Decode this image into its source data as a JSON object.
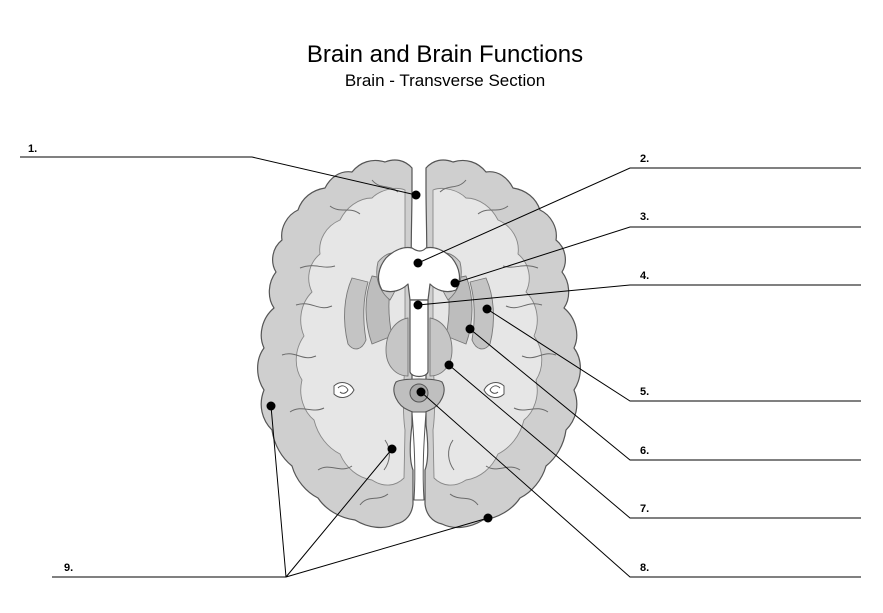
{
  "title": "Brain and Brain Functions",
  "subtitle": "Brain - Transverse Section",
  "labels": [
    "1.",
    "2.",
    "3.",
    "4.",
    "5.",
    "6.",
    "7.",
    "8.",
    "9."
  ],
  "colors": {
    "cortex": "#cfcfcf",
    "white_matter": "#e6e6e6",
    "deep_nuclei": "#bdbdbd",
    "outline": "#555555",
    "leader": "#000000"
  }
}
